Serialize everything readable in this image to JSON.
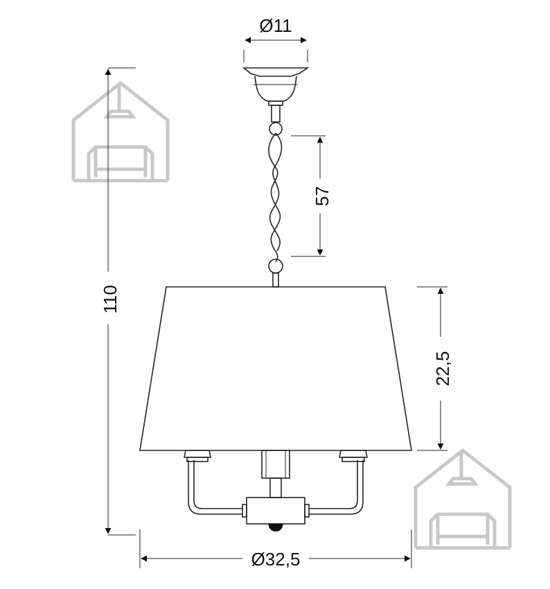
{
  "dimensions": {
    "canopy_diameter": "Ø11",
    "chain_length": "57",
    "total_height": "110",
    "shade_height": "22,5",
    "shade_diameter": "Ø32,5"
  },
  "colors": {
    "line": "#222222",
    "logo": "#c8c8c8",
    "background": "#ffffff"
  },
  "icons": [
    "house-sofa-logo-icon",
    "house-sofa-logo-icon"
  ]
}
